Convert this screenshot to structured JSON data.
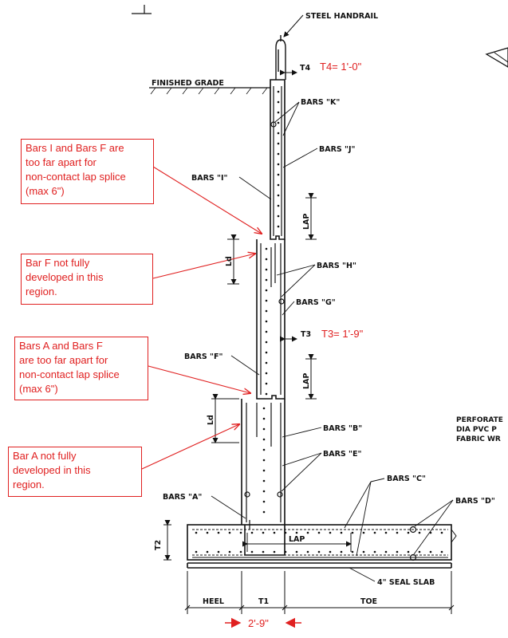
{
  "labels": {
    "steel_handrail": "STEEL HANDRAIL",
    "finished_grade": "FINISHED GRADE",
    "t4": "T4",
    "t3": "T3",
    "t2": "T2",
    "t1": "T1",
    "bars_k": "BARS \"K\"",
    "bars_j": "BARS \"J\"",
    "bars_i": "BARS \"I\"",
    "bars_h": "BARS \"H\"",
    "bars_g": "BARS \"G\"",
    "bars_f": "BARS \"F\"",
    "bars_b": "BARS \"B\"",
    "bars_e": "BARS \"E\"",
    "bars_a": "BARS \"A\"",
    "bars_c": "BARS \"C\"",
    "bars_d": "BARS \"D\"",
    "lap": "LAP",
    "ld": "Ld",
    "heel": "HEEL",
    "toe": "TOE",
    "seal_slab": "4\" SEAL SLAB",
    "perforated_lines": [
      "PERFORATE",
      "DIA PVC P",
      "FABRIC WR"
    ]
  },
  "red_dims": {
    "t4": "T4= 1'-0\"",
    "t3": "T3= 1'-9\"",
    "t1": "2'-9\""
  },
  "notes": [
    {
      "lines": [
        "Bars I and Bars F are",
        "too far apart for",
        "non-contact lap splice",
        "(max 6\")"
      ]
    },
    {
      "lines": [
        "Bar F not fully",
        "developed in this",
        "region."
      ]
    },
    {
      "lines": [
        "Bars A and Bars F",
        "are too far apart for",
        "non-contact lap splice",
        "(max 6\")"
      ]
    },
    {
      "lines": [
        "Bar A not fully",
        "developed in this",
        "region."
      ]
    }
  ],
  "colors": {
    "annotation": "#e02020",
    "drawing": "#111111"
  }
}
